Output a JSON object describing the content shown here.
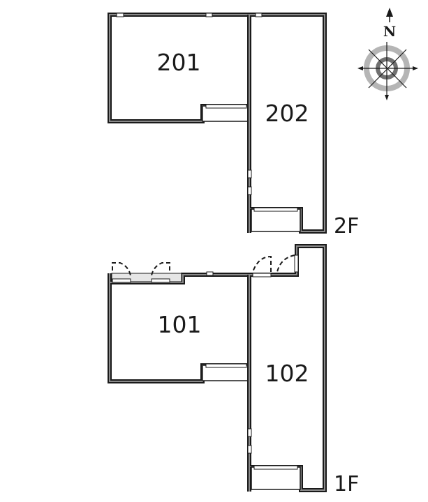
{
  "floor_plan": {
    "floors": [
      {
        "label": "2F",
        "units": [
          {
            "id": "201"
          },
          {
            "id": "202"
          }
        ]
      },
      {
        "label": "1F",
        "units": [
          {
            "id": "101"
          },
          {
            "id": "102"
          }
        ]
      }
    ],
    "compass": {
      "north_label": "N",
      "ring_outer_color": "#b5b5b5",
      "ring_inner_color": "#707070"
    },
    "colors": {
      "wall": "#1a1a1a",
      "wall_fill": "#8a8a8a",
      "background": "#ffffff"
    }
  }
}
